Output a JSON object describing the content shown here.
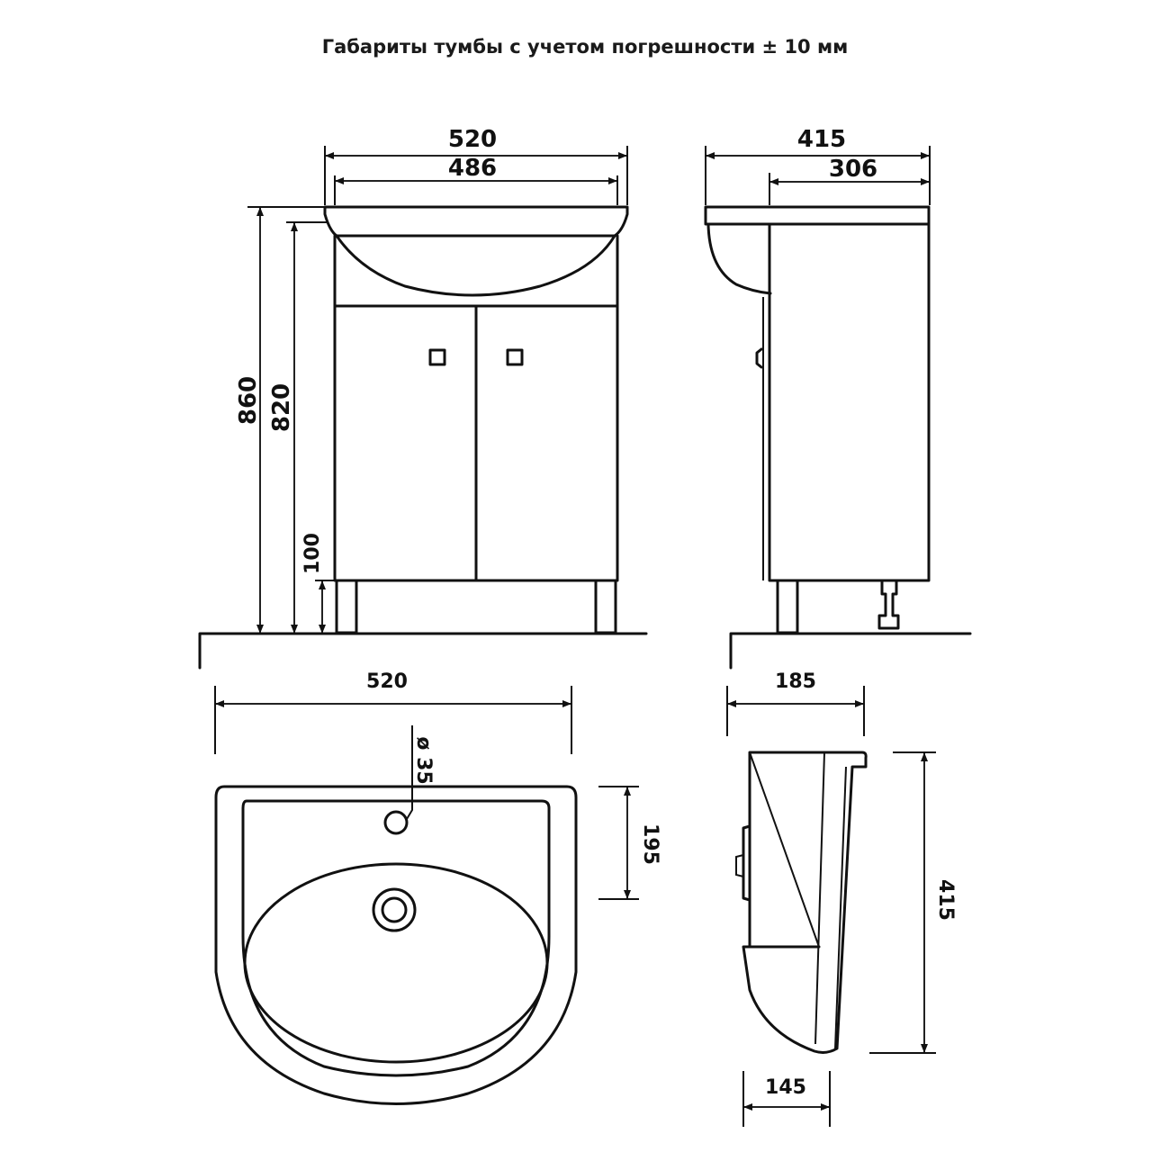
{
  "title": "Габариты тумбы с учетом погрешности ± 10 мм",
  "front_view": {
    "width_total": "520",
    "width_inner": "486",
    "height_total": "860",
    "height_body": "820",
    "leg_height": "100"
  },
  "side_view": {
    "depth_total": "415",
    "depth_body": "306"
  },
  "basin_top": {
    "width": "520",
    "hole_diameter": "ø 35",
    "hole_offset": "195"
  },
  "basin_side": {
    "top_width": "185",
    "depth": "415",
    "bottom_width": "145"
  }
}
